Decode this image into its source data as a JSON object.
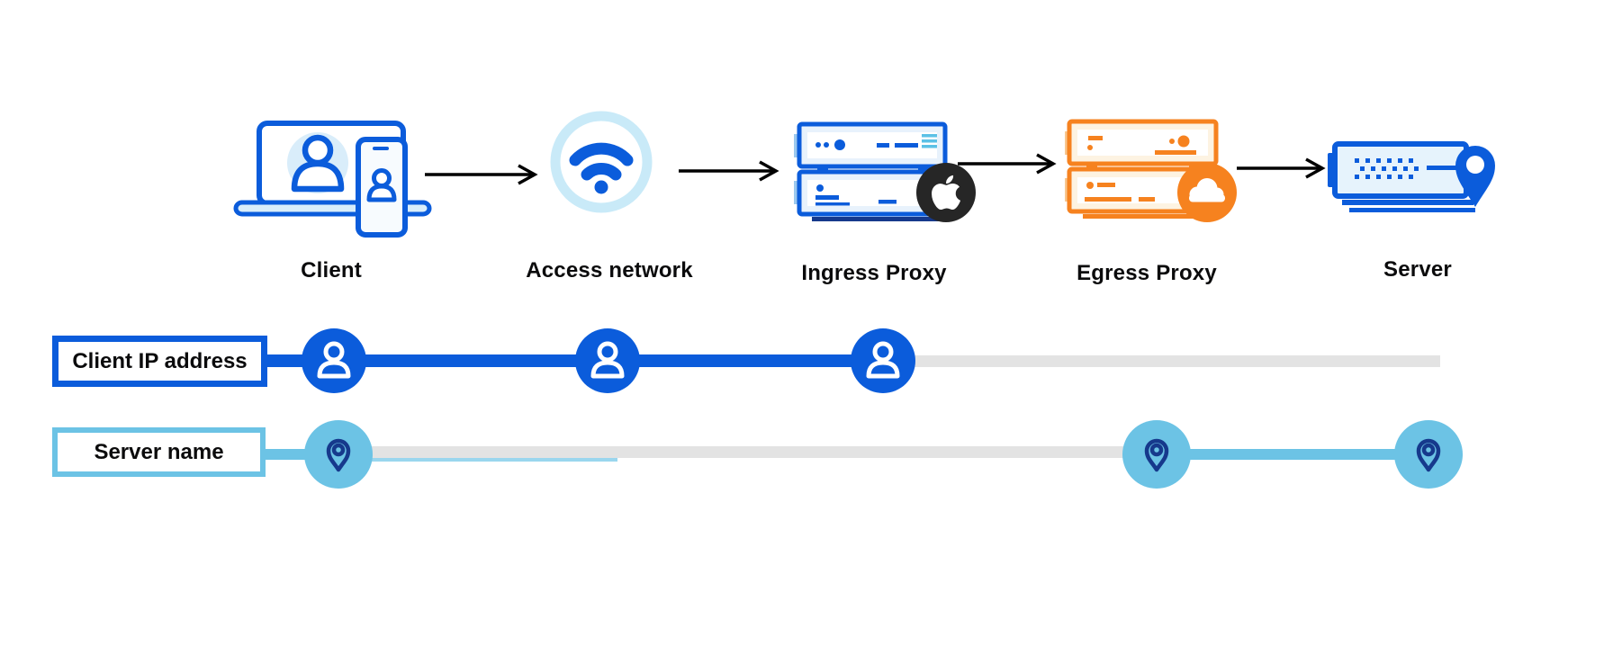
{
  "diagram_title": "",
  "stages": [
    {
      "label": "Client",
      "icon": "client-devices-icon"
    },
    {
      "label": "Access network",
      "icon": "wifi-icon"
    },
    {
      "label": "Ingress Proxy",
      "icon": "server-stack-icon",
      "badge": "apple-logo-icon"
    },
    {
      "label": "Egress Proxy",
      "icon": "server-stack-icon",
      "badge": "cloudflare-logo-icon"
    },
    {
      "label": "Server",
      "icon": "server-location-icon"
    }
  ],
  "arrow_icon": "arrow-right-icon",
  "tracks": [
    {
      "label": "Client IP address",
      "node_icon": "person-icon",
      "node_count": 3,
      "visible_at_stages": [
        "Client",
        "Access network",
        "Ingress Proxy"
      ],
      "hidden_at_stages": [
        "Egress Proxy",
        "Server"
      ]
    },
    {
      "label": "Server name",
      "node_icon": "location-pin-icon",
      "node_count": 3,
      "visible_at_stages": [
        "Client",
        "Egress Proxy",
        "Server"
      ],
      "hidden_at_stages": [
        "Access network",
        "Ingress Proxy"
      ]
    }
  ],
  "colors": {
    "primary_blue": "#0b5cdb",
    "navy": "#16398c",
    "sky": "#6cc3e5",
    "pale_sky_ring": "#c9eaf8",
    "pale_blue_fill": "#d9edfa",
    "panel_tint": "#e8f2fc",
    "vent_cyan": "#5bc1e6",
    "orange": "#f6821f",
    "cream_fill": "#fdf3e2",
    "track_gray": "#e3e3e3",
    "thin_sky_line": "#9ad6ee",
    "apple_badge_bg": "#262626",
    "text_black": "#0b0b0c",
    "arrow_black": "#000000"
  }
}
